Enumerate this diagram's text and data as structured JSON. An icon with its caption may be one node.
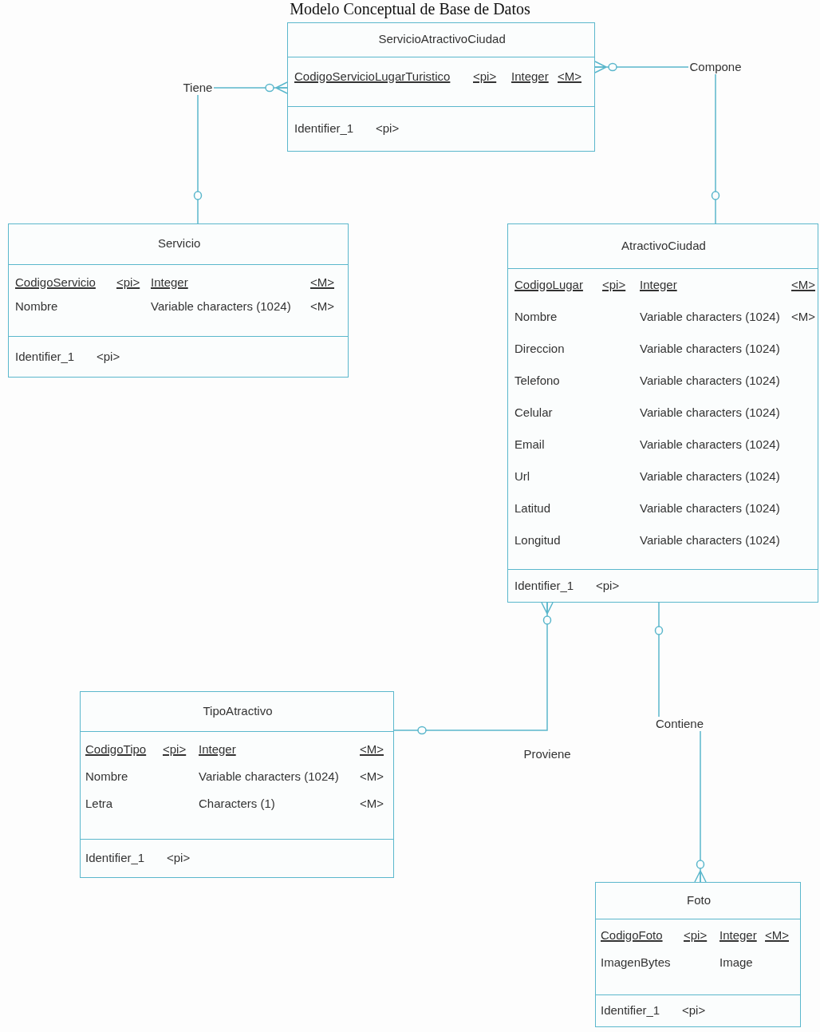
{
  "diagram": {
    "title": "Modelo Conceptual de Base de Datos",
    "nodes": [
      {
        "text": [
          "ServicioAtractivoCiudad",
          "CodigoServicioLugarTuristico",
          "<pi>",
          "Integer",
          "<M>",
          "Identifier_1",
          "<pi>"
        ]
      },
      {
        "text": [
          "Servicio",
          "CodigoServicio",
          "<pi>",
          "Integer",
          "<M>",
          "Nombre",
          "Variable characters (1024)",
          "<M>",
          "Identifier_1",
          "<pi>"
        ]
      },
      {
        "text": [
          "AtractivoCiudad",
          "CodigoLugar",
          "<pi>",
          "Integer",
          "<M>",
          "Nombre",
          "Variable characters (1024)",
          "<M>",
          "Direccion",
          "Variable characters (1024)",
          "Telefono",
          "Variable characters (1024)",
          "Celular",
          "Variable characters (1024)",
          "Email",
          "Variable characters (1024)",
          "Url",
          "Variable characters (1024)",
          "Latitud",
          "Variable characters (1024)",
          "Longitud",
          "Variable characters (1024)",
          "Identifier_1",
          "<pi>"
        ]
      },
      {
        "text": [
          "TipoAtractivo",
          "CodigoTipo",
          "<pi>",
          "Integer",
          "<M>",
          "Nombre",
          "Variable characters (1024)",
          "<M>",
          "Letra",
          "Characters (1)",
          "<M>",
          "Identifier_1",
          "<pi>"
        ]
      },
      {
        "text": [
          "Foto",
          "CodigoFoto",
          "<pi>",
          "Integer",
          "<M>",
          "ImagenBytes",
          "Image",
          "Identifier_1",
          "<pi>"
        ]
      }
    ],
    "edges": [
      {
        "from": 1,
        "to": 0,
        "arrow": "other",
        "label": "Tiene"
      },
      {
        "from": 2,
        "to": 0,
        "arrow": "other",
        "label": "Compone"
      },
      {
        "from": 3,
        "to": 2,
        "arrow": "other",
        "label": "Proviene"
      },
      {
        "from": 2,
        "to": 4,
        "arrow": "other",
        "label": "Contiene"
      }
    ]
  }
}
